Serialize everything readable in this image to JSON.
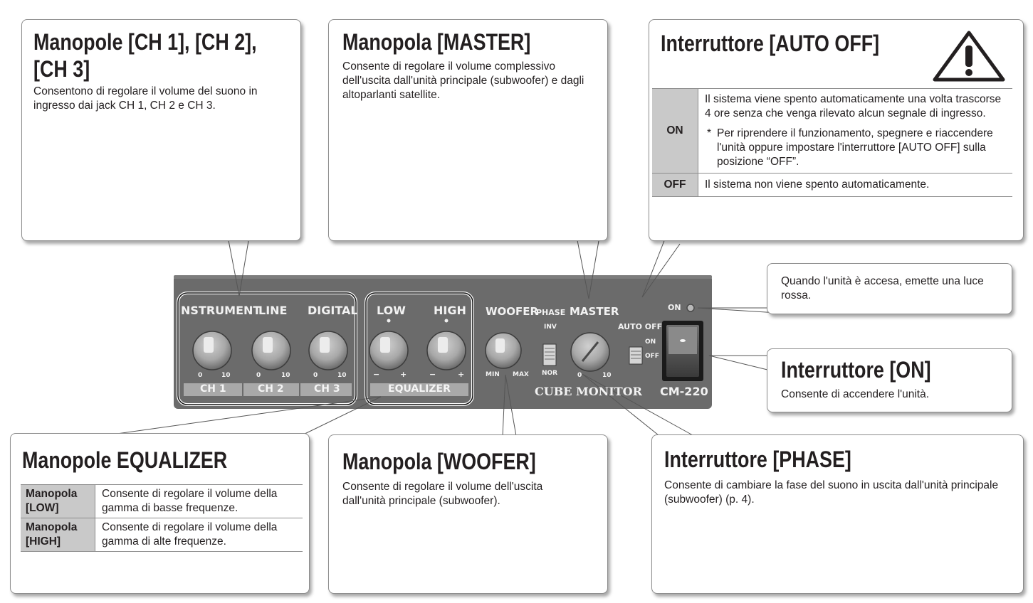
{
  "callouts": {
    "channel_knobs": {
      "title_line1": "Manopole [CH 1], [CH 2],",
      "title_line2": "[CH 3]",
      "text": "Consentono di regolare il volume del suono in ingresso dai jack CH 1, CH 2 e CH 3."
    },
    "master_knob": {
      "title": "Manopola [MASTER]",
      "text": "Consente di regolare il volume complessivo dell'uscita dall'unità principale (subwoofer) e dagli altoparlanti satellite."
    },
    "auto_off_switch": {
      "title": "Interruttore [AUTO OFF]",
      "rows": [
        {
          "key": "ON",
          "text": "Il sistema viene spento automaticamente una volta trascorse 4 ore senza che venga rilevato alcun segnale di ingresso.",
          "note": "Per riprendere il funzionamento, spegnere e riaccendere l'unità oppure impostare l'interruttore [AUTO OFF] sulla posizione “OFF”."
        },
        {
          "key": "OFF",
          "text": "Il sistema non viene spento automaticamente."
        }
      ]
    },
    "power_led": {
      "text": "Quando l'unità è accesa, emette una luce rossa."
    },
    "on_switch": {
      "title": "Interruttore [ON]",
      "text": "Consente di accendere l'unità."
    },
    "equalizer_knobs": {
      "title": "Manopole EQUALIZER",
      "rows": [
        {
          "key_line1": "Manopola",
          "key_line2": "[LOW]",
          "text": "Consente di regolare il volume della gamma di basse frequenze."
        },
        {
          "key_line1": "Manopola",
          "key_line2": "[HIGH]",
          "text": "Consente di regolare il volume della gamma di alte frequenze."
        }
      ]
    },
    "woofer_knob": {
      "title": "Manopola [WOOFER]",
      "text": "Consente di regolare il volume dell'uscita dall'unità principale (subwoofer)."
    },
    "phase_switch": {
      "title": "Interruttore [PHASE]",
      "text": "Consente di cambiare la fase del suono in uscita dall'unità principale (subwoofer) (p. 4)."
    }
  },
  "panel": {
    "labels": {
      "instrument": "NSTRUMENT",
      "line": "LINE",
      "digital": "DIGITAL",
      "low": "LOW",
      "high": "HIGH",
      "woofer": "WOOFER",
      "phase": "PHASE",
      "master": "MASTER",
      "inv": "INV",
      "nor": "NOR",
      "auto_off": "AUTO OFF",
      "sw_on": "ON",
      "sw_off": "OFF",
      "on_led": "ON",
      "scale_min": "0",
      "scale_max": "10",
      "minus": "−",
      "plus": "+",
      "woofer_min": "MIN",
      "woofer_max": "MAX",
      "ch1": "CH 1",
      "ch2": "CH 2",
      "ch3": "CH 3",
      "equalizer": "EQUALIZER",
      "brand": "CUBE MONITOR",
      "model": "CM-220"
    },
    "colors": {
      "panel": "#6b6b6b",
      "callout_border": "#8c8c8c",
      "table_key_fill": "#c9c9c9",
      "led": "#e04040"
    }
  }
}
